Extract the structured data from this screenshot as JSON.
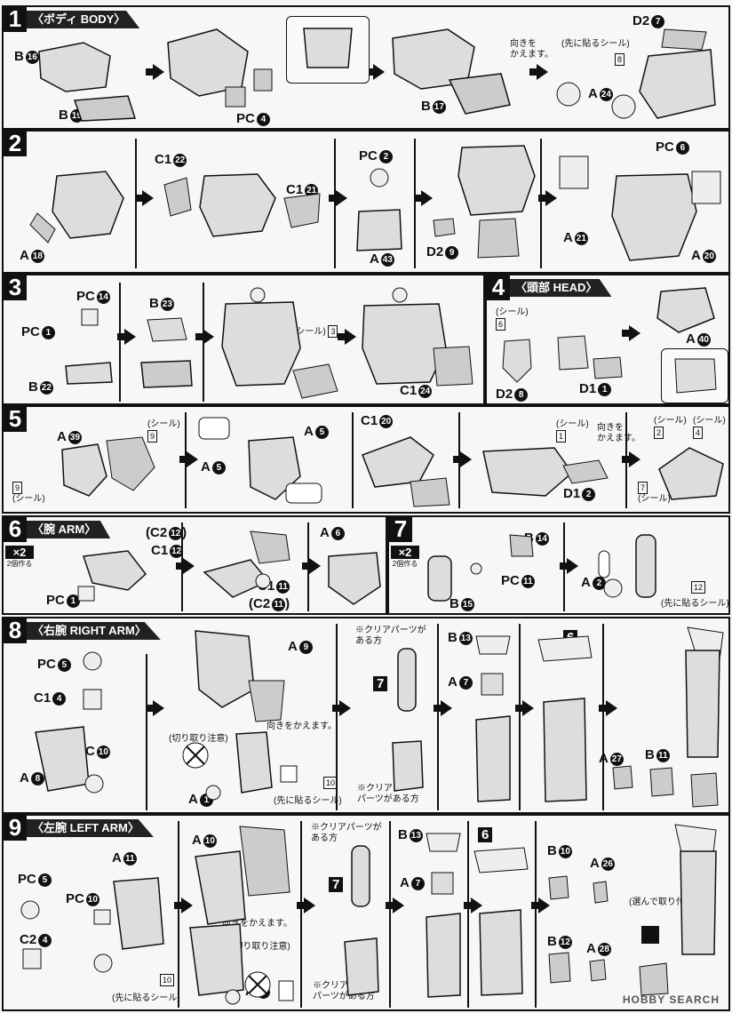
{
  "steps": {
    "s1": {
      "num": "1",
      "title": "〈ボディ BODY〉",
      "labels": {
        "b16": "B",
        "b16n": "16",
        "b19": "B",
        "b19n": "19",
        "pc4": "PC",
        "pc4n": "4",
        "b17": "B",
        "b17n": "17",
        "d27": "D2",
        "d27n": "7",
        "a24": "A",
        "a24n": "24"
      },
      "notes": {
        "turn": "向きを\nかえます。",
        "seal": "(先に貼るシール)",
        "sealno": "8"
      }
    },
    "s2": {
      "num": "2",
      "labels": {
        "a18": "A",
        "a18n": "18",
        "c122": "C1",
        "c122n": "22",
        "c121": "C1",
        "c121n": "21",
        "pc2": "PC",
        "pc2n": "2",
        "a43": "A",
        "a43n": "43",
        "d29": "D2",
        "d29n": "9",
        "pc6": "PC",
        "pc6n": "6",
        "a21": "A",
        "a21n": "21",
        "a20": "A",
        "a20n": "20"
      }
    },
    "s3": {
      "num": "3",
      "labels": {
        "pc14": "PC",
        "pc14n": "14",
        "pc1": "PC",
        "pc1n": "1",
        "b22": "B",
        "b22n": "22",
        "b23": "B",
        "b23n": "23",
        "c124": "C1",
        "c124n": "24"
      },
      "notes": {
        "seal": "(シール)",
        "sealno": "3"
      }
    },
    "s4": {
      "num": "4",
      "title": "〈頭部 HEAD〉",
      "labels": {
        "d28": "D2",
        "d28n": "8",
        "d11": "D1",
        "d11n": "1",
        "a40": "A",
        "a40n": "40"
      },
      "notes": {
        "seal": "(シール)",
        "sealno": "6"
      }
    },
    "s5": {
      "num": "5",
      "labels": {
        "a39": "A",
        "a39n": "39",
        "a5a": "A",
        "a5an": "5",
        "a5b": "A",
        "a5bn": "5",
        "c120": "C1",
        "c120n": "20",
        "d12": "D1",
        "d12n": "2"
      },
      "notes": {
        "seal1": "(シール)",
        "seal1no": "9",
        "seal2": "(シール)",
        "seal2no": "9",
        "seal3": "(シール)",
        "seal3no": "1",
        "turn": "向きを\nかえます。",
        "seal4": "(シール)",
        "seal4no": "2",
        "seal5": "(シール)",
        "seal5no": "4",
        "seal6": "(シール)",
        "seal6no": "7"
      }
    },
    "s6": {
      "num": "6",
      "title": "〈腕 ARM〉",
      "mult": "×2",
      "multnote": "2個作る",
      "labels": {
        "c212": "(C2",
        "c212n": "12",
        "c112": "C1",
        "c112n": "12",
        "pc1": "PC",
        "pc1n": "1",
        "c111": "C1",
        "c111n": "11",
        "c211": "(C2",
        "c211n": "11",
        "a6": "A",
        "a6n": "6"
      }
    },
    "s7": {
      "num": "7",
      "mult": "×2",
      "multnote": "2個作る",
      "labels": {
        "b14": "B",
        "b14n": "14",
        "pc11": "PC",
        "pc11n": "11",
        "b15": "B",
        "b15n": "15",
        "a2": "A",
        "a2n": "2"
      },
      "notes": {
        "seal": "(先に貼るシール)",
        "sealno": "12"
      }
    },
    "s8": {
      "num": "8",
      "title": "〈右腕 RIGHT ARM〉",
      "labels": {
        "pc5": "PC",
        "pc5n": "5",
        "c14": "C1",
        "c14n": "4",
        "pc10": "PC",
        "pc10n": "10",
        "a8": "A",
        "a8n": "8",
        "a9": "A",
        "a9n": "9",
        "a1": "A",
        "a1n": "1",
        "b13": "B",
        "b13n": "13",
        "a7": "A",
        "a7n": "7",
        "a27": "A",
        "a27n": "27",
        "b11": "B",
        "b11n": "11",
        "ref7": "7",
        "ref6": "6"
      },
      "notes": {
        "turn": "向きをかえます。",
        "cut": "(切り取り注意)",
        "seal": "(先に貼るシール)",
        "sealno": "10",
        "clear1": "※クリアパーツが\nある方",
        "clear2": "※クリア\nパーツがある方"
      }
    },
    "s9": {
      "num": "9",
      "title": "〈左腕 LEFT ARM〉",
      "labels": {
        "pc5": "PC",
        "pc5n": "5",
        "c24": "C2",
        "c24n": "4",
        "pc10": "PC",
        "pc10n": "10",
        "a11": "A",
        "a11n": "11",
        "a10": "A",
        "a10n": "10",
        "a1": "A",
        "a1n": "1",
        "b13": "B",
        "b13n": "13",
        "a7": "A",
        "a7n": "7",
        "b10": "B",
        "b10n": "10",
        "a26": "A",
        "a26n": "26",
        "b12": "B",
        "b12n": "12",
        "a28": "A",
        "a28n": "28",
        "ref7": "7",
        "ref6": "6"
      },
      "notes": {
        "turn": "向きをかえます。",
        "cut": "(切り取り注意)",
        "seal": "(先に貼るシール)",
        "sealno": "10",
        "clear1": "※クリアパーツが\nある方",
        "clear2": "※クリア\nパーツがある方",
        "choose": "(選んで取り付ける)"
      }
    }
  },
  "watermark": "HOBBY SEARCH"
}
